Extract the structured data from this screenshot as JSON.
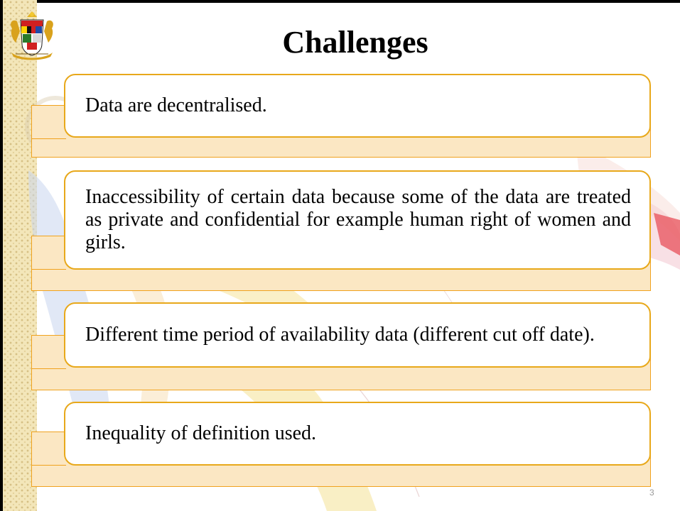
{
  "slide": {
    "title": "Challenges",
    "page_number": "3",
    "items": [
      {
        "text": "Data are decentralised."
      },
      {
        "text": "Inaccessibility of certain data because some of the data are treated as private and confidential for example human right of women and girls."
      },
      {
        "text": "Different time period of availability data (different cut off date)."
      },
      {
        "text": "Inequality of definition used."
      }
    ],
    "colors": {
      "accent_border": "#e8a81a",
      "under_box_fill": "#fbe7c3",
      "pattern_strip": "#f3e6b9"
    },
    "icons": {
      "logo": "coat-of-arms-emblem-icon",
      "background": "map-watermark-icon"
    }
  }
}
